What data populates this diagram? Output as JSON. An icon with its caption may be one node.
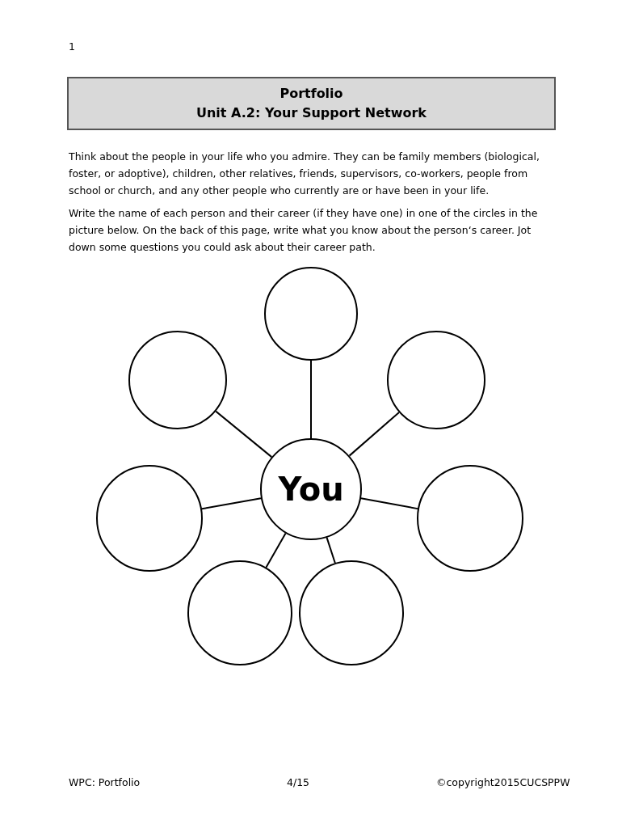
{
  "diagram": {
    "nodes": [
      {
        "text": [
          "Portfolio",
          "Unit A.2: Your Support Network"
        ]
      },
      {
        "text": [],
        "shape": "circle"
      },
      {
        "text": [],
        "shape": "circle"
      },
      {
        "text": [],
        "shape": "circle"
      },
      {
        "text": [
          "You"
        ]
      },
      {
        "text": [],
        "shape": "circle"
      },
      {
        "text": [],
        "shape": "circle"
      },
      {
        "text": [],
        "shape": "circle"
      },
      {
        "text": [],
        "shape": "circle"
      }
    ],
    "edges": [
      {
        "from": 4,
        "to": 1,
        "arrow": "none"
      },
      {
        "from": 4,
        "to": 2,
        "arrow": "none"
      },
      {
        "from": 4,
        "to": 3,
        "arrow": "none"
      },
      {
        "from": 4,
        "to": 5,
        "arrow": "none"
      },
      {
        "from": 4,
        "to": 6,
        "arrow": "none"
      },
      {
        "from": 4,
        "to": 7,
        "arrow": "none"
      },
      {
        "from": 4,
        "to": 8,
        "arrow": "none"
      }
    ],
    "labels": [
      "1",
      "Think about the people in your life who you admire. They can be family members (biological, foster, or adoptive), children, other relatives, friends, supervisors, co-workers, people from school or church, and any other people who currently are or have been in your life.",
      "Write the name of each person and their career (if they have one) in one of the circles in the picture below. On the back of this page, write what you know about the person‘s career. Jot down some questions you could ask about their career path.",
      "WPC: Portfolio",
      "4/15",
      "©copyright2015CUCSPPW"
    ]
  }
}
